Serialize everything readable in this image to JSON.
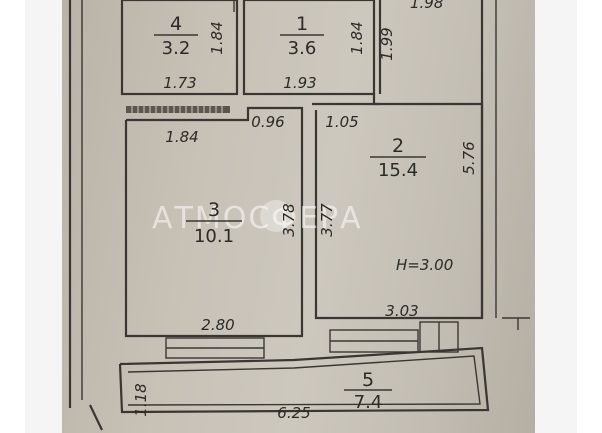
{
  "rooms": [
    {
      "id": "4",
      "area": "3.2"
    },
    {
      "id": "1",
      "area": "3.6"
    },
    {
      "id": "2",
      "area": "15.4"
    },
    {
      "id": "3",
      "area": "10.1"
    },
    {
      "id": "5",
      "area": "7.4"
    }
  ],
  "dimensions": {
    "top_cut": "1.98",
    "room4_height": "1.84",
    "room4_width": "1.73",
    "room1_height": "1.84",
    "room1_width": "1.93",
    "corridor_height": "1.99",
    "room3_top": "1.84",
    "opening_a": "0.96",
    "opening_b": "1.05",
    "room2_height": "5.76",
    "room3_height": "3.78",
    "room2_left_height": "3.77",
    "room3_width": "2.80",
    "room2_width": "3.03",
    "room5_height": "1.18",
    "room5_width": "6.25"
  },
  "ceiling_height": "H=3.00",
  "watermark": "АТМОСФЕРА"
}
